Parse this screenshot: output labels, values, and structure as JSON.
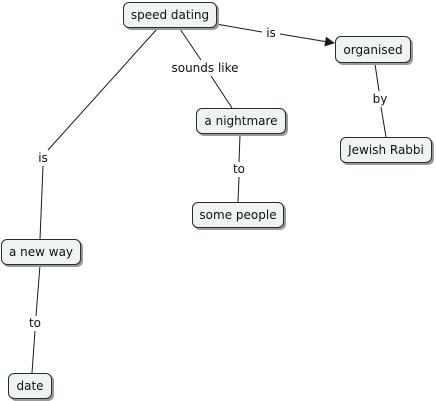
{
  "concepts": {
    "speed_dating": "speed dating",
    "organised": "organised",
    "nightmare": "a nightmare",
    "jewish_rabbi": "Jewish Rabbi",
    "some_people": "some people",
    "new_way": "a new way",
    "date": "date"
  },
  "linking_phrases": {
    "is_organised": "is",
    "sounds_like": "sounds like",
    "by": "by",
    "to_people": "to",
    "is_new_way": "is",
    "to_date": "to"
  },
  "colors": {
    "node_fill": "#eef3f4",
    "line": "#1a1a1a"
  }
}
